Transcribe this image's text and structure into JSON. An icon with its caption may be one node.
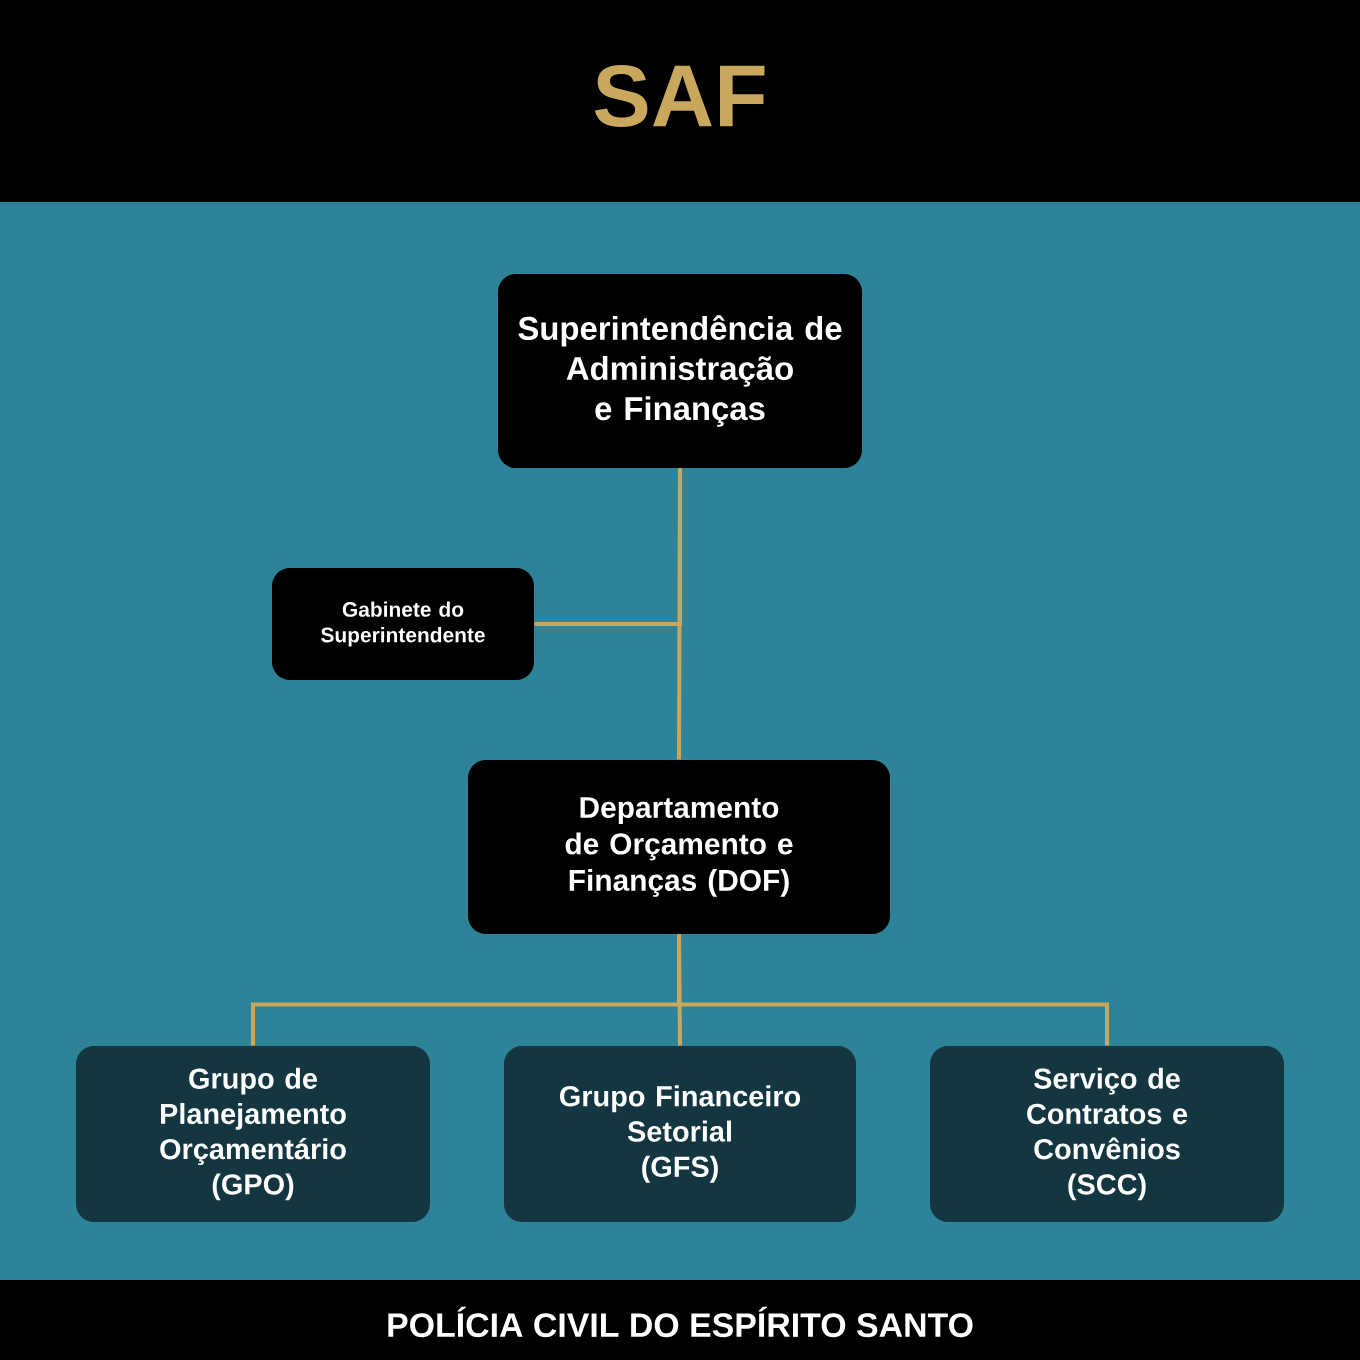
{
  "diagram": {
    "title": "SAF",
    "nodes": [
      {
        "text": [
          "Superintendência de Administração e Finanças"
        ]
      },
      {
        "text": [
          "Gabinete do Superintendente"
        ]
      },
      {
        "text": [
          "Departamento de Orçamento e Finanças (DOF)"
        ]
      },
      {
        "text": [
          "Grupo de Planejamento Orçamentário",
          "(GPO)"
        ]
      },
      {
        "text": [
          "Grupo Financeiro Setorial",
          "(GFS)"
        ]
      },
      {
        "text": [
          "Serviço de Contratos e Convênios",
          "(SCC)"
        ]
      }
    ],
    "edges": [
      {
        "from": 0,
        "to": 2,
        "arrow": "none"
      },
      {
        "from": 0,
        "to": 1,
        "arrow": "none"
      },
      {
        "from": 2,
        "to": 3,
        "arrow": "none"
      },
      {
        "from": 2,
        "to": 4,
        "arrow": "none"
      },
      {
        "from": 2,
        "to": 5,
        "arrow": "none"
      }
    ],
    "labels": [
      "POLÍCIA CIVIL DO ESPÍRITO SANTO"
    ]
  }
}
